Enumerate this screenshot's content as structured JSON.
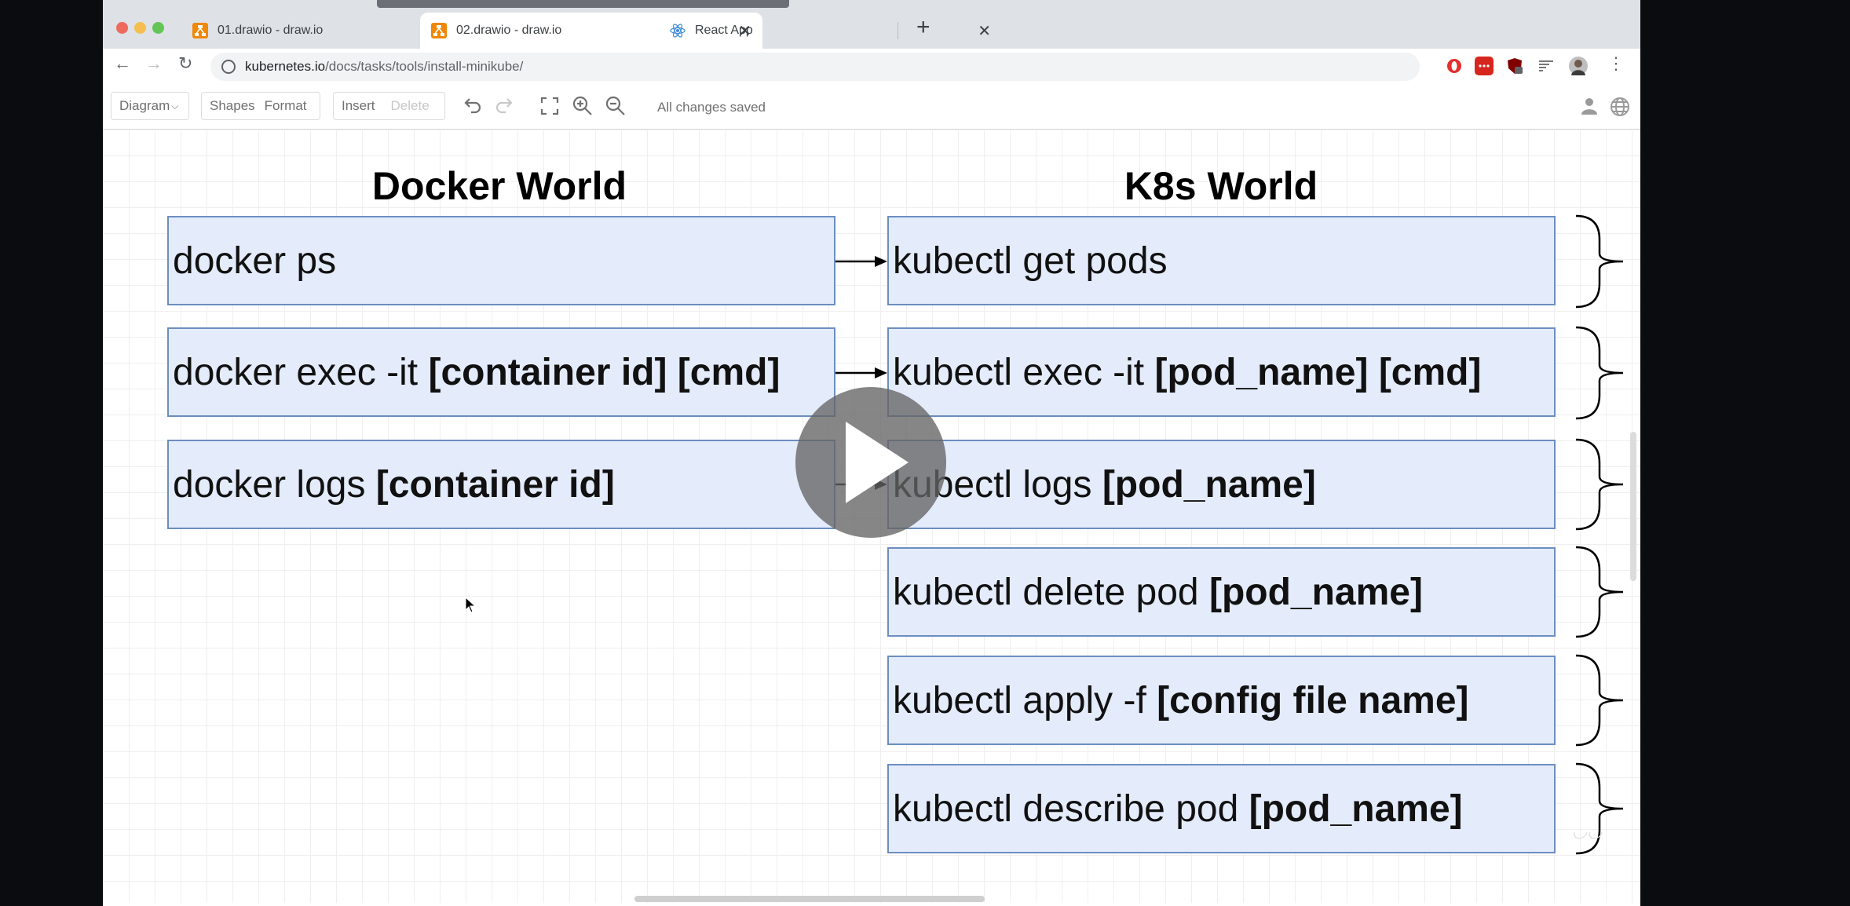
{
  "tabs": [
    {
      "label": "01.drawio - draw.io",
      "icon": "drawio-icon",
      "active": false
    },
    {
      "label": "02.drawio - draw.io",
      "icon": "drawio-icon",
      "active": true
    },
    {
      "label": "React App",
      "icon": "react-icon",
      "active": false
    }
  ],
  "address_bar": {
    "domain": "kubernetes.io",
    "path": "/docs/tasks/tools/install-minikube/"
  },
  "toolbar": {
    "diagram": "Diagram",
    "shapes": "Shapes",
    "format": "Format",
    "insert": "Insert",
    "delete": "Delete",
    "status": "All changes saved"
  },
  "diagram": {
    "docker_title": "Docker World",
    "k8s_title": "K8s World",
    "docker_commands": [
      {
        "plain": "docker ps",
        "bold": ""
      },
      {
        "plain": "docker exec -it ",
        "bold": "[container id] [cmd]"
      },
      {
        "plain": "docker logs ",
        "bold": "[container id]"
      }
    ],
    "k8s_commands": [
      {
        "plain": "kubectl get pods",
        "bold": ""
      },
      {
        "plain": "kubectl exec -it ",
        "bold": "[pod_name] [cmd]"
      },
      {
        "plain": "kubectl logs ",
        "bold": "[pod_name]"
      },
      {
        "plain": "kubectl delete pod ",
        "bold": "[pod_name]"
      },
      {
        "plain": "kubectl apply -f ",
        "bold": "[config file name]"
      },
      {
        "plain": "kubectl describe pod ",
        "bold": "[pod_name]"
      }
    ]
  },
  "colors": {
    "box_fill": "#e4ebfb",
    "box_border": "#6c8ebf"
  },
  "icons": [
    "back-arrow-icon",
    "forward-arrow-icon",
    "reload-icon",
    "undo-icon",
    "redo-icon",
    "fullscreen-icon",
    "zoom-in-icon",
    "zoom-out-icon",
    "user-icon",
    "globe-icon",
    "play-icon"
  ]
}
